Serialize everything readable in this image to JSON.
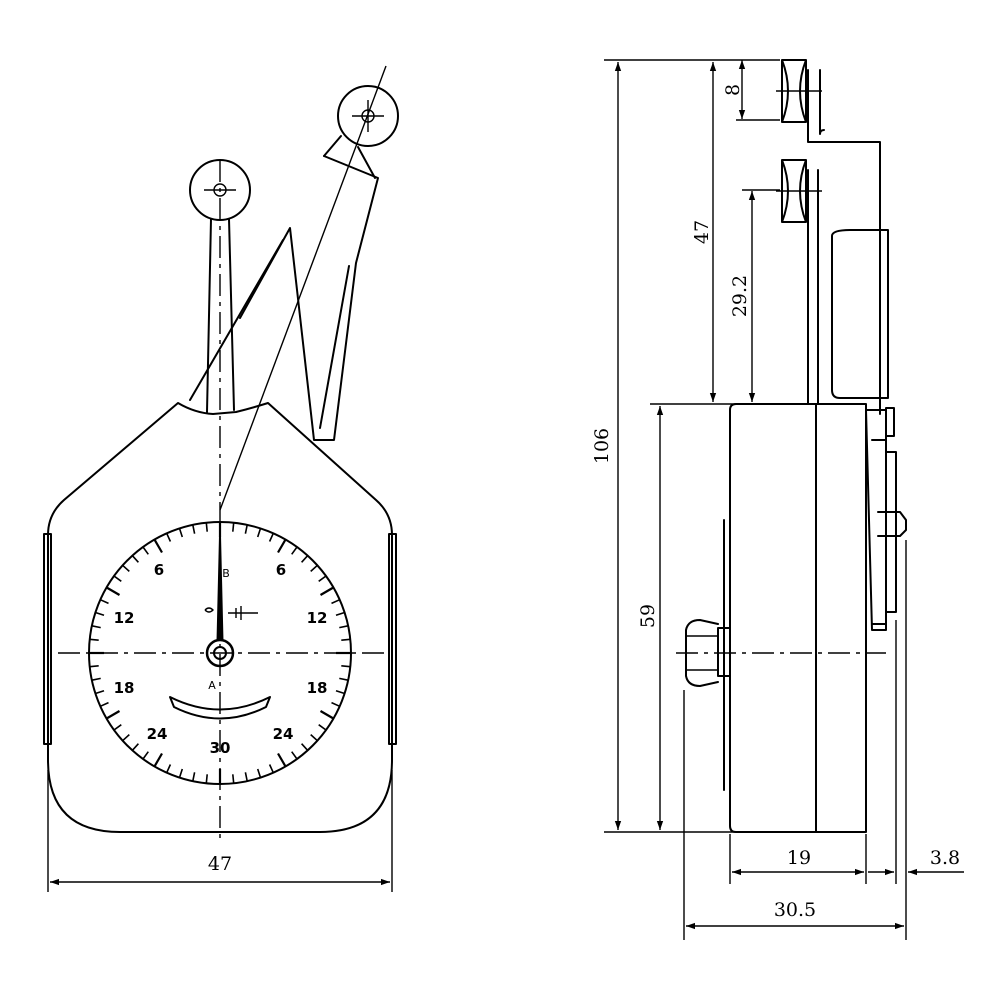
{
  "front_view": {
    "dial_numbers_left": [
      "6",
      "12",
      "18",
      "24"
    ],
    "dial_numbers_right": [
      "6",
      "12",
      "18",
      "24"
    ],
    "dial_number_bottom": "30",
    "dial_label_top": "B",
    "dial_label_bottom": "A",
    "width_dimension": "47"
  },
  "side_view": {
    "dim_roller_gap": "8",
    "dim_roller_upper": "47",
    "dim_roller_lower": "29.2",
    "dim_total_height": "106",
    "dim_body_height": "59",
    "dim_body_depth": "19",
    "dim_back_plate": "3.8",
    "dim_total_depth": "30.5"
  }
}
